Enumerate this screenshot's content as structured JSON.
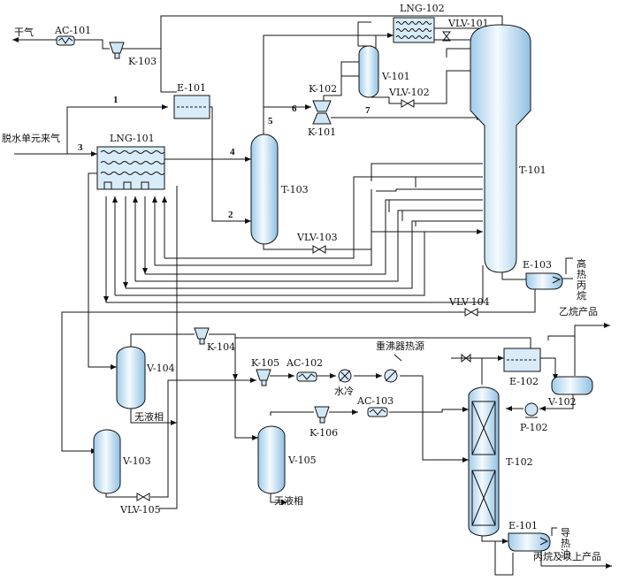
{
  "labels": {
    "dry_gas": "干气",
    "feed_gas": "脱水单元来气",
    "ethane_product": "乙烷产品",
    "propane_plus_product": "丙烷及以上产品",
    "high_heat_propane": [
      "高",
      "热",
      "丙",
      "烷"
    ],
    "heat_oil": [
      "导",
      "热",
      "油"
    ],
    "no_liquid_1": "无液相",
    "no_liquid_2": "无液相",
    "water_cool": "水冷",
    "reboiler_heat": "重沸器热源"
  },
  "equipment": {
    "ac101": "AC-101",
    "k103": "K-103",
    "e101_top": "E-101",
    "lng101": "LNG-101",
    "lng102": "LNG-102",
    "vlv101": "VLV-101",
    "v101": "V-101",
    "vlv102": "VLV-102",
    "k102": "K-102",
    "k101": "K-101",
    "t103_top": "T-103",
    "vlv103": "VLV-103",
    "t101": "T-101",
    "e103": "E-103",
    "vlv104": "VLV-104",
    "k104": "K-104",
    "v104": "V-104",
    "v103": "V-103",
    "vlv105": "VLV-105",
    "k105": "K-105",
    "ac102": "AC-102",
    "k106": "K-106",
    "ac103": "AC-103",
    "v105": "V-105",
    "e102": "E-102",
    "v102": "V-102",
    "p102": "P-102",
    "t102": "T-102",
    "e101_bottom": "E-101"
  },
  "stream_numbers": [
    "1",
    "2",
    "3",
    "4",
    "5",
    "6",
    "7"
  ]
}
